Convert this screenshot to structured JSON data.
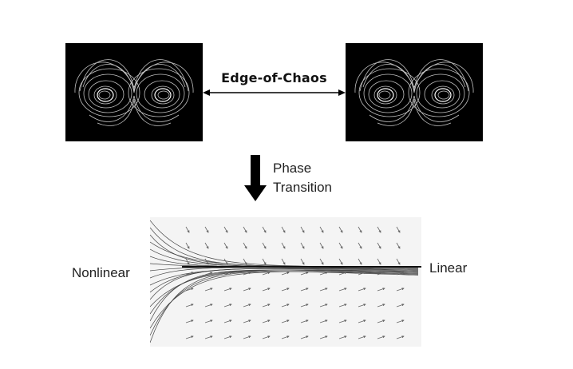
{
  "diagram": {
    "edge_label": "Edge-of-Chaos",
    "phase_label_line1": "Phase",
    "phase_label_line2": "Transition",
    "nonlinear_label": "Nonlinear",
    "linear_label": "Linear"
  },
  "colors": {
    "panel_background": "#000000",
    "attractor_stroke": "#d8d8d8",
    "arrow": "#000000",
    "flow_lines": "#555555",
    "flow_background": "#f4f4f4"
  },
  "icons": {
    "attractor_left": "lorenz-attractor-icon",
    "attractor_right": "lorenz-attractor-icon",
    "edge_arrow": "double-headed-arrow-icon",
    "phase_arrow": "down-arrow-icon",
    "flow_field": "vector-flow-field-icon"
  }
}
